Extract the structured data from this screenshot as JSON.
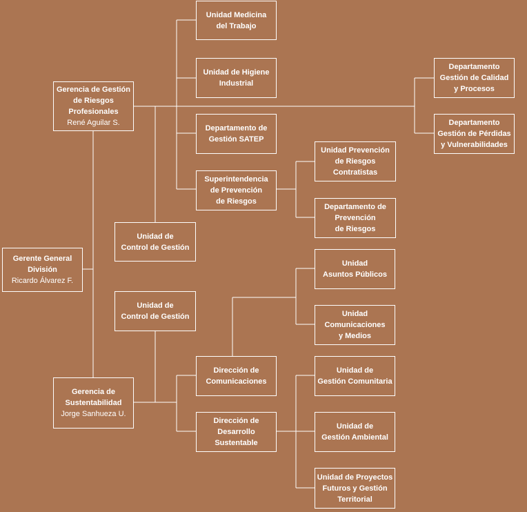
{
  "colors": {
    "background": "#ab7552",
    "line": "#ffffff",
    "text": "#ffffff"
  },
  "nodes": {
    "gerente_general": {
      "lines": [
        "Gerente General",
        "División"
      ],
      "person": "Ricardo Álvarez F."
    },
    "gerencia_riesgos": {
      "lines": [
        "Gerencia de Gestión",
        "de Riesgos",
        "Profesionales"
      ],
      "person": "René Aguilar S."
    },
    "gerencia_sustentabilidad": {
      "lines": [
        "Gerencia de",
        "Sustentabilidad"
      ],
      "person": "Jorge Sanhueza U."
    },
    "unidad_medicina": {
      "lines": [
        "Unidad Medicina",
        "del Trabajo"
      ]
    },
    "unidad_higiene": {
      "lines": [
        "Unidad de Higiene",
        "Industrial"
      ]
    },
    "depto_satep": {
      "lines": [
        "Departamento de",
        "Gestión SATEP"
      ]
    },
    "superintendencia_prevencion": {
      "lines": [
        "Superintendencia",
        "de Prevención",
        "de Riesgos"
      ]
    },
    "unidad_prevencion_contratistas": {
      "lines": [
        "Unidad Prevención",
        "de Riesgos",
        "Contratistas"
      ]
    },
    "depto_prevencion_riesgos": {
      "lines": [
        "Departamento de",
        "Prevención",
        "de Riesgos"
      ]
    },
    "depto_calidad": {
      "lines": [
        "Departamento",
        "Gestión de Calidad",
        "y Procesos"
      ]
    },
    "depto_perdidas": {
      "lines": [
        "Departamento",
        "Gestión de Pérdidas",
        "y Vulnerabilidades"
      ]
    },
    "control_gestion_1": {
      "lines": [
        "Unidad de",
        "Control de Gestión"
      ]
    },
    "control_gestion_2": {
      "lines": [
        "Unidad de",
        "Control de Gestión"
      ]
    },
    "direccion_comunicaciones": {
      "lines": [
        "Dirección de",
        "Comunicaciones"
      ]
    },
    "direccion_desarrollo": {
      "lines": [
        "Dirección de",
        "Desarrollo",
        "Sustentable"
      ]
    },
    "unidad_asuntos_publicos": {
      "lines": [
        "Unidad",
        "Asuntos Públicos"
      ]
    },
    "unidad_comunicaciones_medios": {
      "lines": [
        "Unidad",
        "Comunicaciones",
        "y Medios"
      ]
    },
    "unidad_gestion_comunitaria": {
      "lines": [
        "Unidad de",
        "Gestión Comunitaria"
      ]
    },
    "unidad_gestion_ambiental": {
      "lines": [
        "Unidad de",
        "Gestión Ambiental"
      ]
    },
    "unidad_proyectos_futuros": {
      "lines": [
        "Unidad de Proyectos",
        "Futuros y Gestión",
        "Territorial"
      ]
    }
  }
}
